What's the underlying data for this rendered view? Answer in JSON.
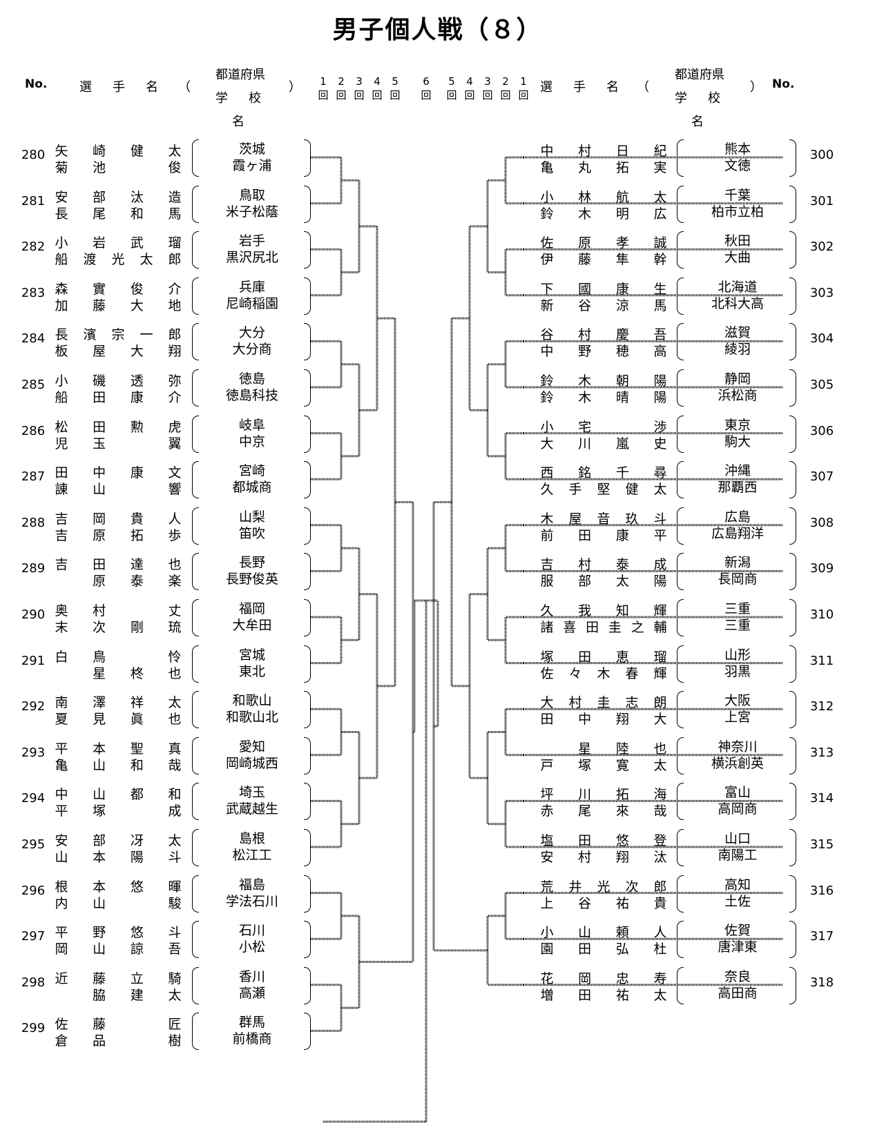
{
  "title": "男子個人戦（８）",
  "header": {
    "no": "No.",
    "player_name": "選　手　名",
    "paren_open": "（",
    "paren_close": "）",
    "pref": "都道府県",
    "school": "学　校　名",
    "rounds_left": [
      "1",
      "2",
      "3",
      "4",
      "5"
    ],
    "round_center": "6",
    "rounds_right": [
      "5",
      "4",
      "3",
      "2",
      "1"
    ],
    "round_unit": "回"
  },
  "left_entries": [
    {
      "no": "280",
      "p1": [
        "矢",
        "崎",
        "健",
        "太"
      ],
      "p2": [
        "菊",
        "池",
        "",
        "俊"
      ],
      "pref": "茨城",
      "school": "霞ヶ浦"
    },
    {
      "no": "281",
      "p1": [
        "安",
        "部",
        "汰",
        "造"
      ],
      "p2": [
        "長",
        "尾",
        "和",
        "馬"
      ],
      "pref": "鳥取",
      "school": "米子松蔭"
    },
    {
      "no": "282",
      "p1": [
        "小",
        "岩",
        "武",
        "瑠"
      ],
      "p2": [
        "船",
        "渡",
        "光",
        "太",
        "郎"
      ],
      "pref": "岩手",
      "school": "黒沢尻北"
    },
    {
      "no": "283",
      "p1": [
        "森",
        "實",
        "俊",
        "介"
      ],
      "p2": [
        "加",
        "藤",
        "大",
        "地"
      ],
      "pref": "兵庫",
      "school": "尼崎稲園"
    },
    {
      "no": "284",
      "p1": [
        "長",
        "濱",
        "宗",
        "一",
        "郎"
      ],
      "p2": [
        "板",
        "屋",
        "大",
        "翔"
      ],
      "pref": "大分",
      "school": "大分商"
    },
    {
      "no": "285",
      "p1": [
        "小",
        "磯",
        "透",
        "弥"
      ],
      "p2": [
        "船",
        "田",
        "康",
        "介"
      ],
      "pref": "徳島",
      "school": "徳島科技"
    },
    {
      "no": "286",
      "p1": [
        "松",
        "田",
        "勲",
        "虎"
      ],
      "p2": [
        "児",
        "玉",
        "",
        "翼"
      ],
      "pref": "岐阜",
      "school": "中京"
    },
    {
      "no": "287",
      "p1": [
        "田",
        "中",
        "康",
        "文"
      ],
      "p2": [
        "諌",
        "山",
        "",
        "響"
      ],
      "pref": "宮崎",
      "school": "都城商"
    },
    {
      "no": "288",
      "p1": [
        "吉",
        "岡",
        "貴",
        "人"
      ],
      "p2": [
        "吉",
        "原",
        "拓",
        "歩"
      ],
      "pref": "山梨",
      "school": "笛吹"
    },
    {
      "no": "289",
      "p1": [
        "吉",
        "田",
        "達",
        "也"
      ],
      "p2": [
        "",
        "原",
        "泰",
        "楽"
      ],
      "pref": "長野",
      "school": "長野俊英"
    },
    {
      "no": "290",
      "p1": [
        "奥",
        "村",
        "",
        "丈"
      ],
      "p2": [
        "末",
        "次",
        "剛",
        "琉"
      ],
      "pref": "福岡",
      "school": "大牟田"
    },
    {
      "no": "291",
      "p1": [
        "白",
        "鳥",
        "",
        "怜"
      ],
      "p2": [
        "",
        "星",
        "柊",
        "也"
      ],
      "pref": "宮城",
      "school": "東北"
    },
    {
      "no": "292",
      "p1": [
        "南",
        "澤",
        "祥",
        "太"
      ],
      "p2": [
        "夏",
        "見",
        "眞",
        "也"
      ],
      "pref": "和歌山",
      "school": "和歌山北"
    },
    {
      "no": "293",
      "p1": [
        "平",
        "本",
        "聖",
        "真"
      ],
      "p2": [
        "亀",
        "山",
        "和",
        "哉"
      ],
      "pref": "愛知",
      "school": "岡崎城西"
    },
    {
      "no": "294",
      "p1": [
        "中",
        "山",
        "都",
        "和"
      ],
      "p2": [
        "平",
        "塚",
        "",
        "成"
      ],
      "pref": "埼玉",
      "school": "武蔵越生"
    },
    {
      "no": "295",
      "p1": [
        "安",
        "部",
        "冴",
        "太"
      ],
      "p2": [
        "山",
        "本",
        "陽",
        "斗"
      ],
      "pref": "島根",
      "school": "松江工"
    },
    {
      "no": "296",
      "p1": [
        "根",
        "本",
        "悠",
        "暉"
      ],
      "p2": [
        "内",
        "山",
        "",
        "駿"
      ],
      "pref": "福島",
      "school": "学法石川"
    },
    {
      "no": "297",
      "p1": [
        "平",
        "野",
        "悠",
        "斗"
      ],
      "p2": [
        "岡",
        "山",
        "諒",
        "吾"
      ],
      "pref": "石川",
      "school": "小松"
    },
    {
      "no": "298",
      "p1": [
        "近",
        "藤",
        "立",
        "騎"
      ],
      "p2": [
        "",
        "脇",
        "建",
        "太"
      ],
      "pref": "香川",
      "school": "高瀬"
    },
    {
      "no": "299",
      "p1": [
        "佐",
        "藤",
        "",
        "匠"
      ],
      "p2": [
        "倉",
        "品",
        "",
        "樹"
      ],
      "pref": "群馬",
      "school": "前橋商"
    }
  ],
  "right_entries": [
    {
      "no": "300",
      "p1": [
        "中",
        "村",
        "日",
        "紀"
      ],
      "p2": [
        "亀",
        "丸",
        "拓",
        "実"
      ],
      "pref": "熊本",
      "school": "文徳"
    },
    {
      "no": "301",
      "p1": [
        "小",
        "林",
        "航",
        "太"
      ],
      "p2": [
        "鈴",
        "木",
        "明",
        "広"
      ],
      "pref": "千葉",
      "school": "柏市立柏"
    },
    {
      "no": "302",
      "p1": [
        "佐",
        "原",
        "孝",
        "誠"
      ],
      "p2": [
        "伊",
        "藤",
        "隼",
        "幹"
      ],
      "pref": "秋田",
      "school": "大曲"
    },
    {
      "no": "303",
      "p1": [
        "下",
        "國",
        "康",
        "生"
      ],
      "p2": [
        "新",
        "谷",
        "涼",
        "馬"
      ],
      "pref": "北海道",
      "school": "北科大高"
    },
    {
      "no": "304",
      "p1": [
        "谷",
        "村",
        "慶",
        "吾"
      ],
      "p2": [
        "中",
        "野",
        "穂",
        "高"
      ],
      "pref": "滋賀",
      "school": "綾羽"
    },
    {
      "no": "305",
      "p1": [
        "鈴",
        "木",
        "朝",
        "陽"
      ],
      "p2": [
        "鈴",
        "木",
        "晴",
        "陽"
      ],
      "pref": "静岡",
      "school": "浜松商"
    },
    {
      "no": "306",
      "p1": [
        "小",
        "宅",
        "",
        "渉"
      ],
      "p2": [
        "大",
        "川",
        "嵐",
        "史"
      ],
      "pref": "東京",
      "school": "駒大"
    },
    {
      "no": "307",
      "p1": [
        "西",
        "銘",
        "千",
        "尋"
      ],
      "p2": [
        "久",
        "手",
        "堅",
        "健",
        "太"
      ],
      "pref": "沖縄",
      "school": "那覇西"
    },
    {
      "no": "308",
      "p1": [
        "木",
        "屋",
        "音",
        "玖",
        "斗"
      ],
      "p2": [
        "前",
        "田",
        "康",
        "平"
      ],
      "pref": "広島",
      "school": "広島翔洋"
    },
    {
      "no": "309",
      "p1": [
        "吉",
        "村",
        "泰",
        "成"
      ],
      "p2": [
        "服",
        "部",
        "太",
        "陽"
      ],
      "pref": "新潟",
      "school": "長岡商"
    },
    {
      "no": "310",
      "p1": [
        "久",
        "我",
        "知",
        "輝"
      ],
      "p2": [
        "諸",
        "喜",
        "田",
        "圭",
        "之",
        "輔"
      ],
      "pref": "三重",
      "school": "三重"
    },
    {
      "no": "311",
      "p1": [
        "塚",
        "田",
        "恵",
        "瑠"
      ],
      "p2": [
        "佐",
        "々",
        "木",
        "春",
        "輝"
      ],
      "pref": "山形",
      "school": "羽黒"
    },
    {
      "no": "312",
      "p1": [
        "大",
        "村",
        "圭",
        "志",
        "朗"
      ],
      "p2": [
        "田",
        "中",
        "翔",
        "大"
      ],
      "pref": "大阪",
      "school": "上宮"
    },
    {
      "no": "313",
      "p1": [
        "",
        "星",
        "陸",
        "也"
      ],
      "p2": [
        "戸",
        "塚",
        "寛",
        "太"
      ],
      "pref": "神奈川",
      "school": "横浜創英"
    },
    {
      "no": "314",
      "p1": [
        "坪",
        "川",
        "拓",
        "海"
      ],
      "p2": [
        "赤",
        "尾",
        "來",
        "哉"
      ],
      "pref": "富山",
      "school": "高岡商"
    },
    {
      "no": "315",
      "p1": [
        "塩",
        "田",
        "悠",
        "登"
      ],
      "p2": [
        "安",
        "村",
        "翔",
        "汰"
      ],
      "pref": "山口",
      "school": "南陽工"
    },
    {
      "no": "316",
      "p1": [
        "荒",
        "井",
        "光",
        "次",
        "郎"
      ],
      "p2": [
        "上",
        "谷",
        "祐",
        "貴"
      ],
      "pref": "高知",
      "school": "土佐"
    },
    {
      "no": "317",
      "p1": [
        "小",
        "山",
        "頼",
        "人"
      ],
      "p2": [
        "園",
        "田",
        "弘",
        "杜"
      ],
      "pref": "佐賀",
      "school": "唐津東"
    },
    {
      "no": "318",
      "p1": [
        "花",
        "岡",
        "忠",
        "寿"
      ],
      "p2": [
        "増",
        "田",
        "祐",
        "太"
      ],
      "pref": "奈良",
      "school": "高田商"
    }
  ]
}
